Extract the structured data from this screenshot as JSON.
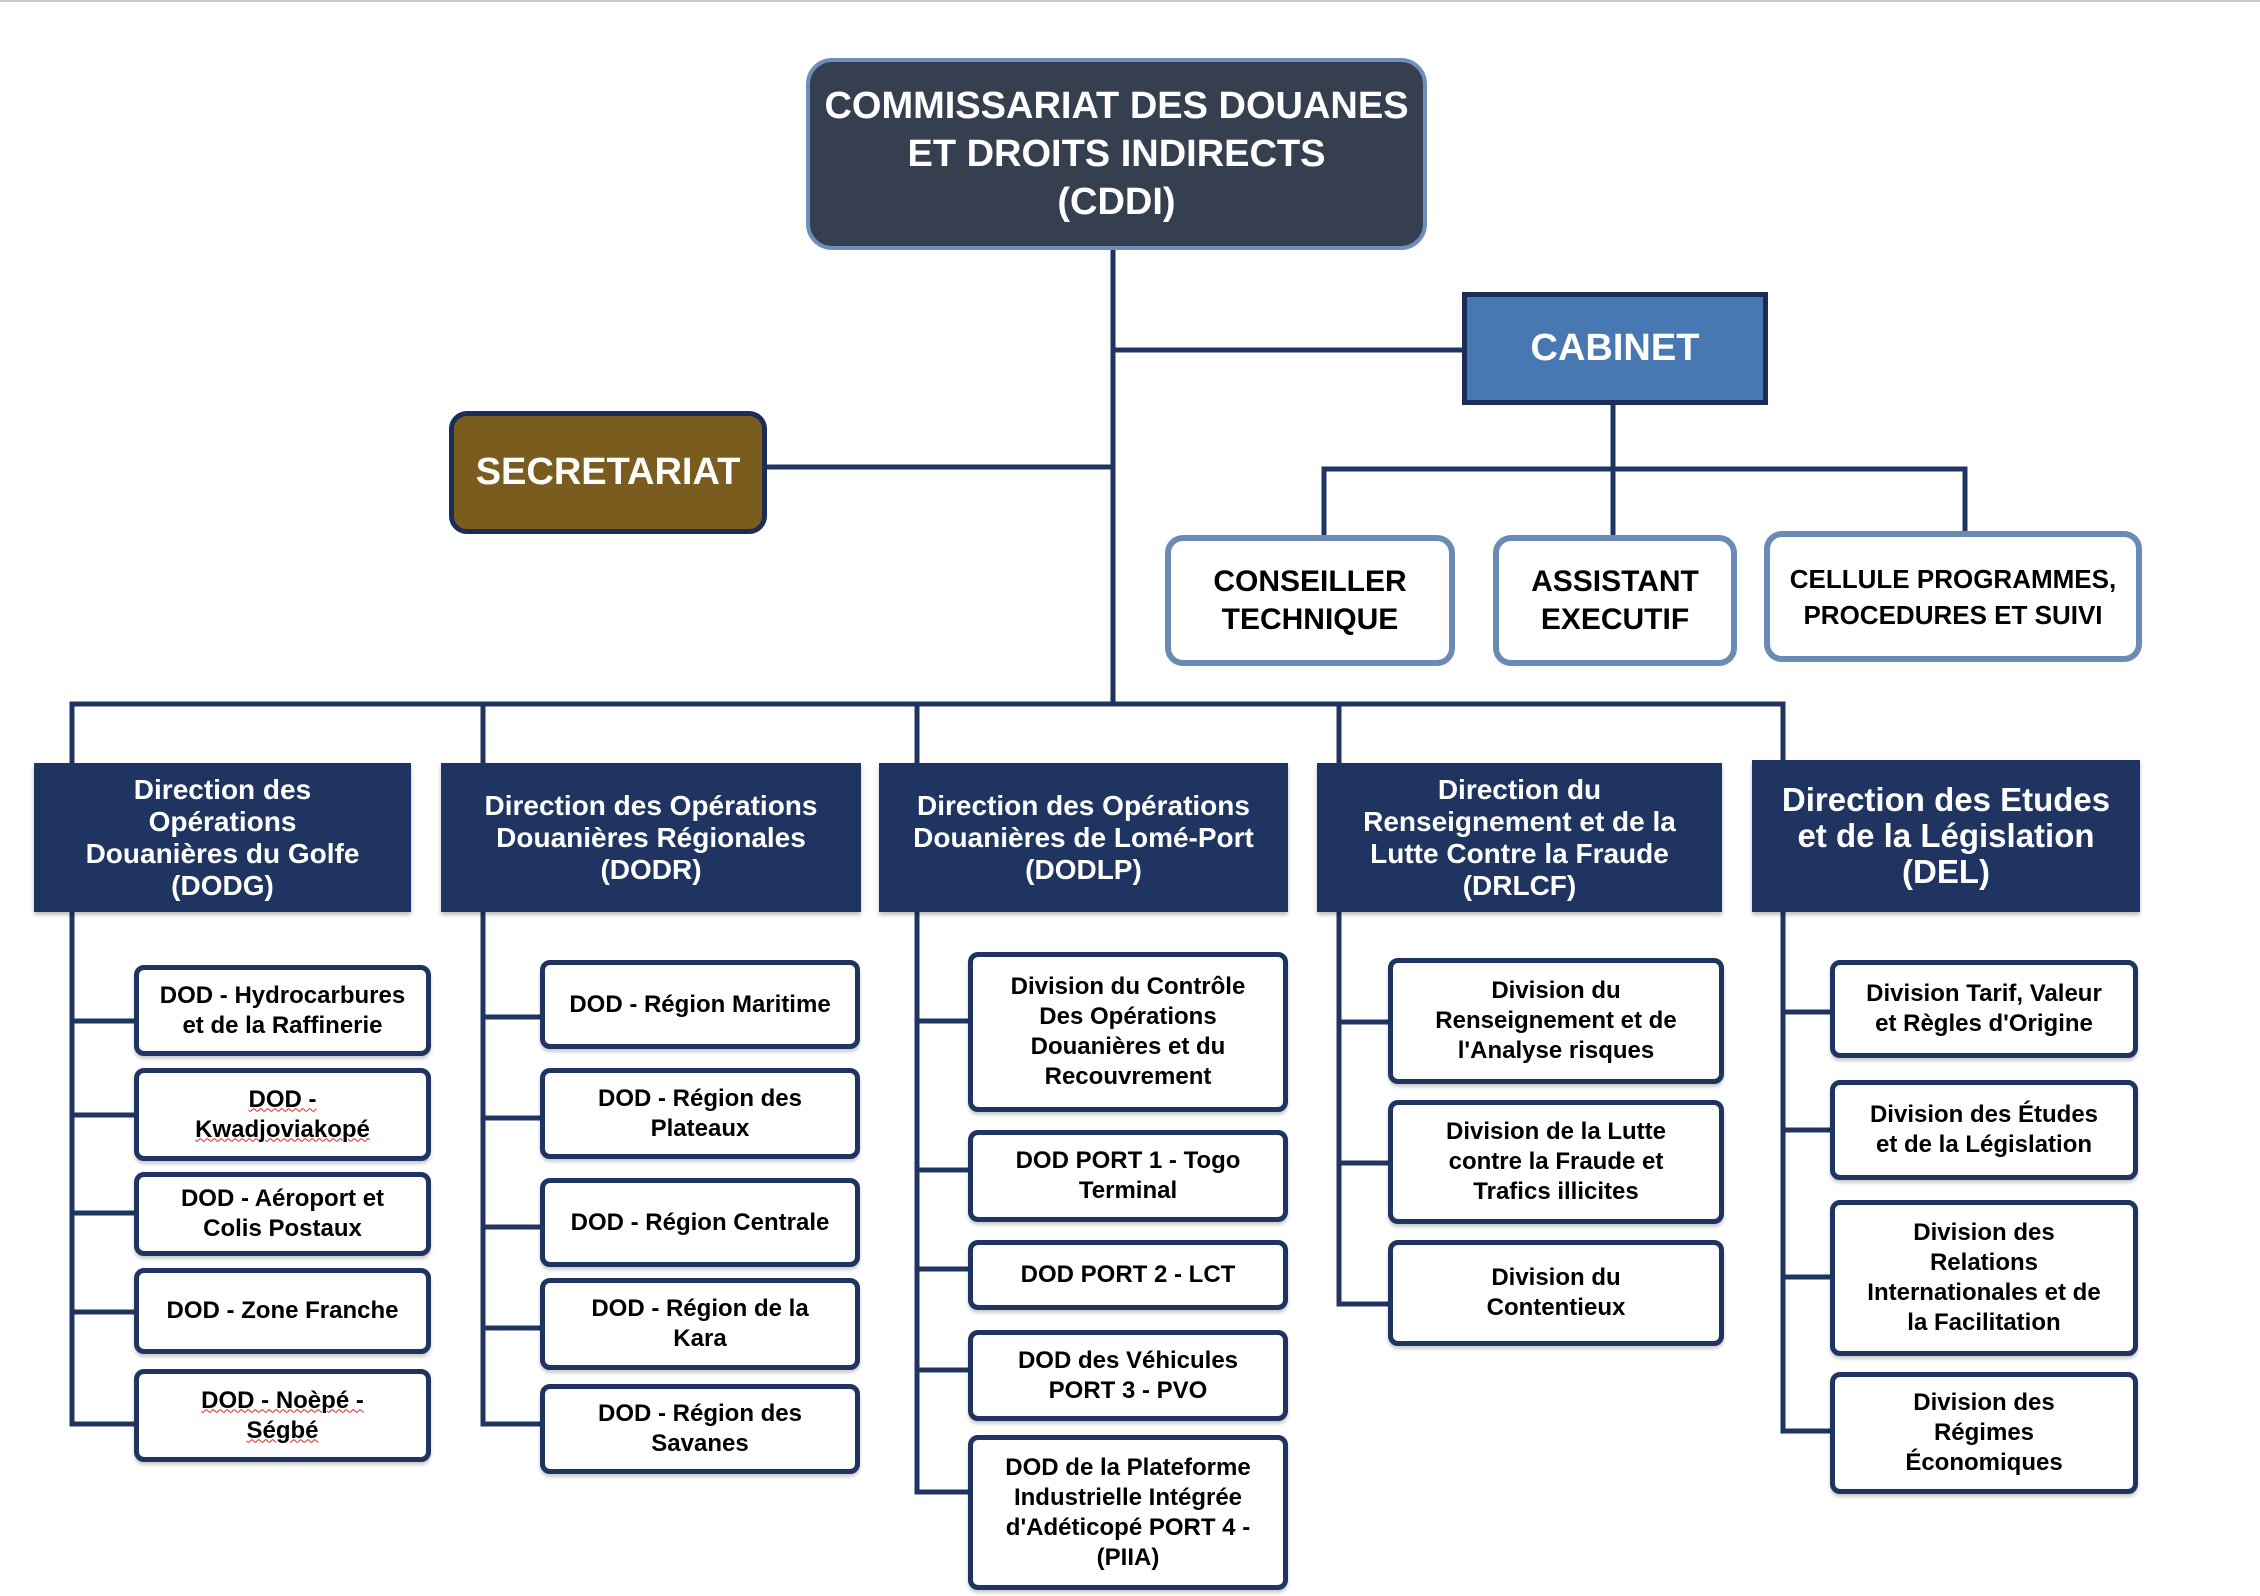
{
  "root": "COMMISSARIAT DES DOUANES\nET DROITS INDIRECTS\n(CDDI)",
  "cabinet": "CABINET",
  "secretariat": "SECRETARIAT",
  "staff": {
    "conseiller": "CONSEILLER\nTECHNIQUE",
    "assistant": "ASSISTANT\nEXECUTIF",
    "cellule": "CELLULE PROGRAMMES,\nPROCEDURES ET SUIVI"
  },
  "directions": [
    {
      "title": "Direction des\nOpérations\nDouanières du Golfe\n(DODG)",
      "divisions": [
        "DOD - Hydrocarbures\net de la Raffinerie",
        "DOD -\nKwadjoviakopé",
        "DOD - Aéroport et\nColis Postaux",
        "DOD - Zone Franche",
        "DOD - Noèpé -\nSégbé"
      ]
    },
    {
      "title": "Direction des Opérations\nDouanières Régionales\n(DODR)",
      "divisions": [
        "DOD - Région Maritime",
        "DOD - Région des\nPlateaux",
        "DOD - Région Centrale",
        "DOD - Région de la\nKara",
        "DOD - Région des\nSavanes"
      ]
    },
    {
      "title": "Direction des Opérations\nDouanières de Lomé-Port\n(DODLP)",
      "divisions": [
        "Division du Contrôle\nDes Opérations\nDouanières et du\nRecouvrement",
        "DOD PORT 1 - Togo\nTerminal",
        "DOD PORT 2 - LCT",
        "DOD des Véhicules\nPORT 3 - PVO",
        "DOD de la Plateforme\nIndustrielle Intégrée\nd'Adéticopé PORT 4 -\n(PIIA)"
      ]
    },
    {
      "title": "Direction du\nRenseignement et de la\nLutte Contre la Fraude\n(DRLCF)",
      "divisions": [
        "Division du\nRenseignement et de\nl'Analyse risques",
        "Division de la Lutte\ncontre la Fraude et\nTrafics illicites",
        "Division du\nContentieux"
      ]
    },
    {
      "title": "Direction des Etudes\net de la Législation\n(DEL)",
      "divisions": [
        "Division Tarif, Valeur\net Règles d'Origine",
        "Division des Études\net de la Législation",
        "Division des\nRelations\nInternationales et de\nla Facilitation",
        "Division des\nRégimes\nÉconomiques"
      ]
    }
  ]
}
